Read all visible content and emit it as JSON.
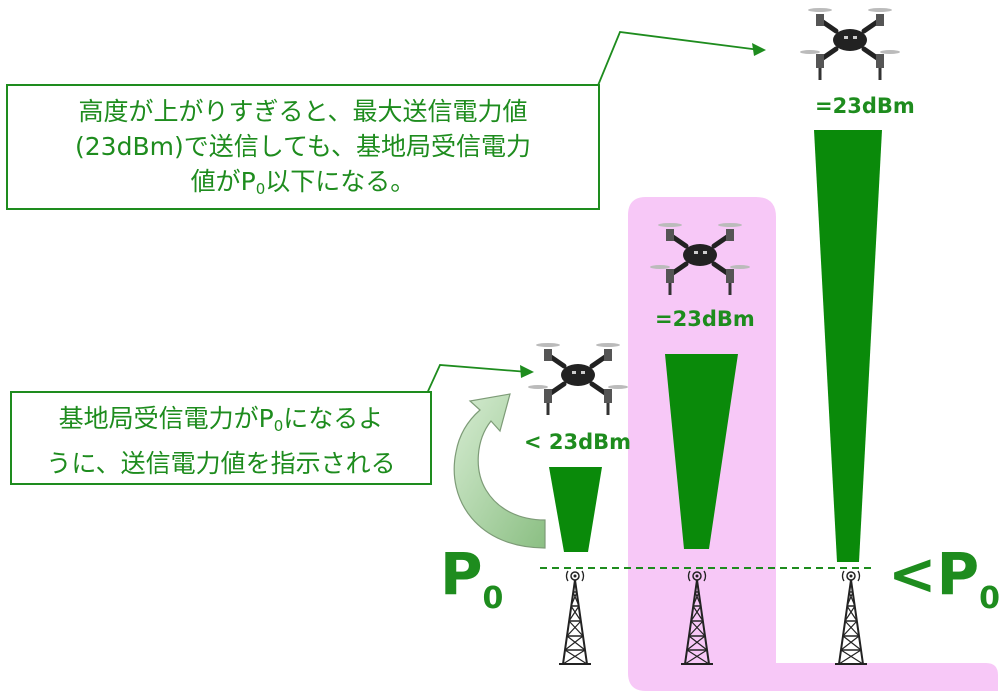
{
  "callouts": {
    "top": {
      "line1": "高度が上がりすぎると、最大送信電力値",
      "line2": "(23dBm)で送信しても、基地局受信電力",
      "line3_pre": "値がP",
      "line3_sub": "0",
      "line3_post": "以下になる。"
    },
    "bottom": {
      "line1_pre": "基地局受信電力がP",
      "line1_sub": "0",
      "line1_post": "になるよ",
      "line2": "うに、送信電力値を指示される"
    }
  },
  "power_labels": {
    "left": "< 23dBm",
    "middle": "=23dBm",
    "right": "=23dBm"
  },
  "threshold": {
    "left_main": "P",
    "left_sub": "0",
    "right_main": "<P",
    "right_sub": "0"
  },
  "colors": {
    "green": "#1e8c1e",
    "beam_green": "#0a8a0a",
    "highlight_pink": "#f7c8f7",
    "drone_dark": "#222222",
    "tower": "#222222"
  },
  "icons": [
    "drone-icon",
    "base-station-tower-icon",
    "curved-arrow-icon",
    "callout-pointer-icon"
  ]
}
